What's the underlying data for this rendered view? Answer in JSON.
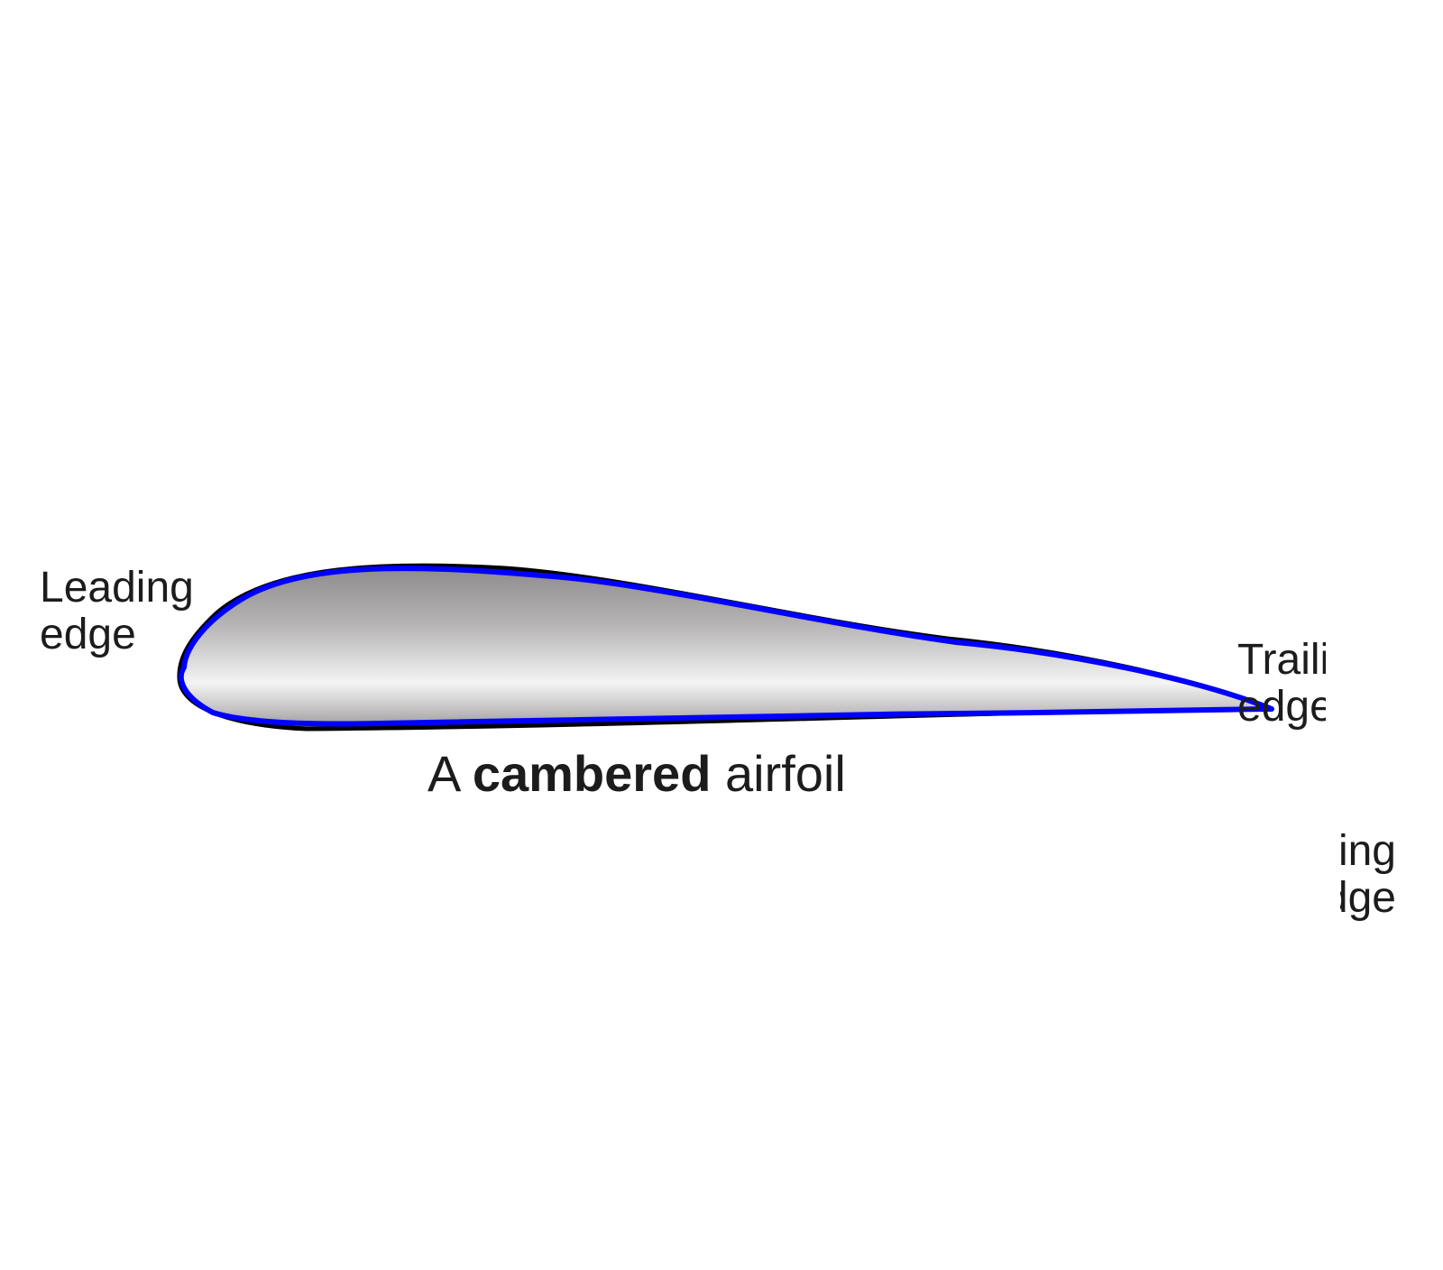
{
  "labels": {
    "leading_edge_line1": "Leading",
    "leading_edge_line2": "edge",
    "trailing_edge_line1": "Trailing",
    "trailing_edge_line2": "edge",
    "caption_prefix": "A ",
    "caption_bold": "cambered",
    "caption_suffix": " airfoil"
  },
  "colors": {
    "outline_overlay": "#0000ff",
    "outline_original": "#000000",
    "fill_dark": "#8c8a8a",
    "fill_light": "#f2f2f2",
    "text": "#1c1c1c"
  }
}
